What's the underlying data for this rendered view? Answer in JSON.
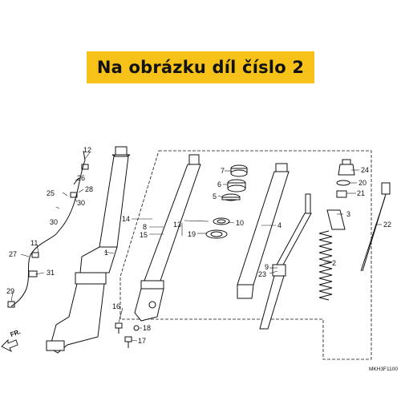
{
  "banner": {
    "text": "Na obrázku díl číslo 2"
  },
  "diagram": {
    "code": "MKH3F1100",
    "direction": "FR.",
    "callouts": [
      "1",
      "2",
      "3",
      "4",
      "5",
      "6",
      "7",
      "8",
      "9",
      "10",
      "11",
      "12",
      "13",
      "14",
      "15",
      "16",
      "17",
      "18",
      "19",
      "20",
      "21",
      "22",
      "23",
      "24",
      "25",
      "26",
      "27",
      "28",
      "29",
      "30",
      "31"
    ],
    "highlighted_part": "2"
  },
  "colors": {
    "banner_bg": "#f6c218",
    "line": "#111111"
  }
}
